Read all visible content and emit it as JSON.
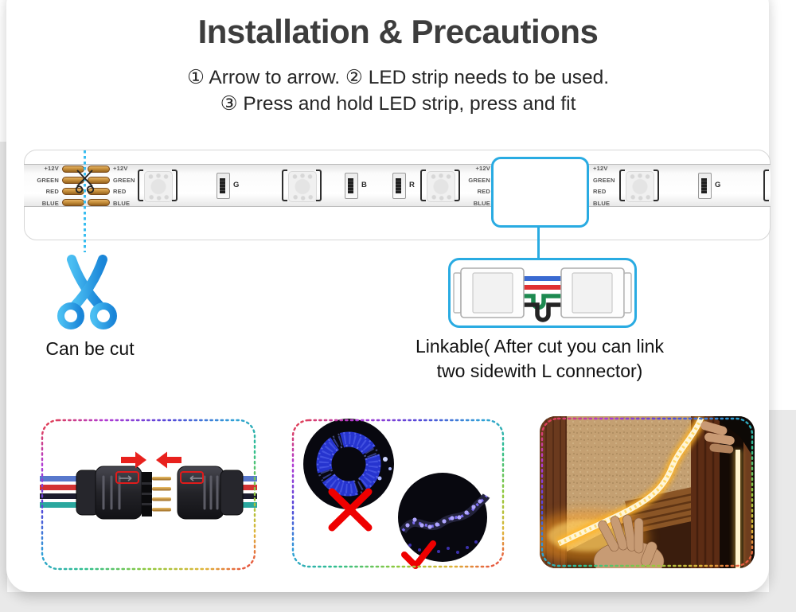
{
  "header": {
    "title": "Installation & Precautions",
    "subtitle_line1": "① Arrow to arrow. ② LED strip needs to be used.",
    "subtitle_line2": "③ Press and hold LED strip, press and fit"
  },
  "led_strip": {
    "pin_labels": [
      "+12V",
      "GREEN",
      "RED",
      "BLUE"
    ],
    "resistor_labels": [
      "G",
      "B",
      "R",
      "G"
    ],
    "colors": {
      "copper_pad": "#c8903c",
      "accent_cyan": "#29abe2",
      "strip_body": "#fafafa"
    }
  },
  "annotations": {
    "cut_label": "Can be cut",
    "link_label_line1": "Linkable( After cut you can link",
    "link_label_line2": "two sidewith L connector)"
  },
  "connector_detail": {
    "wire_colors": [
      "#3a6ad1",
      "#e03131",
      "#1d8a50",
      "#242424"
    ]
  },
  "panel_connectors": {
    "arrow_color": "#e8211d",
    "wire_colors": [
      "#5878cc",
      "#d33333",
      "#1c1c2e",
      "#2aa79e"
    ]
  },
  "panel_usage": {
    "wrong_mark_color": "#ef0000",
    "right_mark_color": "#ef0000"
  }
}
